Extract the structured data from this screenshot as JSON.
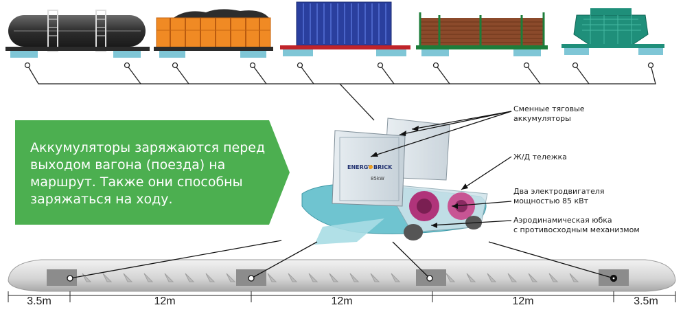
{
  "banner": {
    "lines": [
      "Аккумуляторы заряжаются перед",
      "выходом вагона (поезда) на",
      "маршрут. Также они способны",
      "заряжаться на ходу."
    ],
    "color": "#4caf50"
  },
  "callouts": {
    "batteries": [
      "Сменные тяговые",
      "аккумуляторы"
    ],
    "bogie": [
      "Ж/Д тележка"
    ],
    "motors": [
      "Два электродвигателя",
      "мощностью 85 кВт"
    ],
    "skirt": [
      "Аэродинамическая юбка",
      "с противосходным механизмом"
    ]
  },
  "battery_labels": {
    "brand": "ENERGY",
    "brand2": "BRICK",
    "capacity": "85kW"
  },
  "wagons": [
    {
      "name": "tank-car",
      "body_color": "#3a3a3a"
    },
    {
      "name": "gondola-car",
      "body_color": "#f08a24"
    },
    {
      "name": "container-flatcar",
      "body_color": "#2a3f9e"
    },
    {
      "name": "timber-car",
      "body_color": "#8b4a2b"
    },
    {
      "name": "hopper-car",
      "body_color": "#1f8f7a"
    }
  ],
  "dimensions": [
    "3.5m",
    "12m",
    "12m",
    "12m",
    "3.5m"
  ],
  "colors": {
    "frame": "#cfe3ea",
    "skirt": "#6fc4d0",
    "motor": "#b0347a",
    "car_body": "#d9d9d9"
  }
}
